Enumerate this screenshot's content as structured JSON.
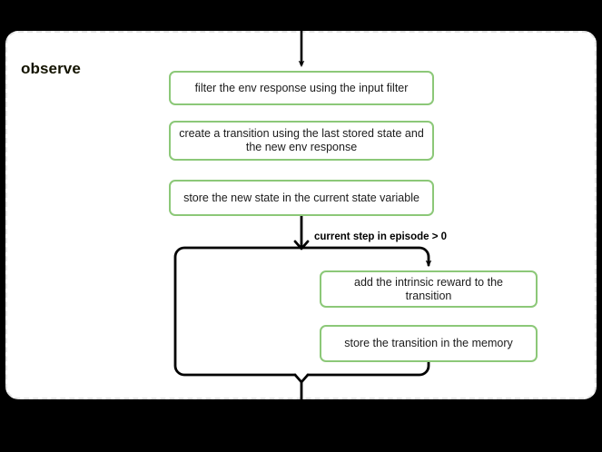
{
  "diagram": {
    "type": "flowchart",
    "background_color": "#000000",
    "subgraph": {
      "title": "observe",
      "border_style": "dashed",
      "border_color": "#e4e4e4",
      "fill_color": "#ffffff"
    },
    "node_style": {
      "border_color": "#8cc878",
      "fill_color": "#ffffff",
      "text_color": "#1b1b1b",
      "shape": "rounded-rectangle"
    },
    "nodes": [
      {
        "id": "filter",
        "label": "filter the env response using the input filter"
      },
      {
        "id": "create",
        "label": "create a transition using the last stored state and the new env response"
      },
      {
        "id": "store_state",
        "label": "store the new state in the current state variable"
      },
      {
        "id": "intrinsic",
        "label": "add the intrinsic reward to the transition"
      },
      {
        "id": "store_trans",
        "label": "store the transition in the memory"
      }
    ],
    "edges": [
      {
        "from": "external-top",
        "to": "filter",
        "label": "",
        "arrow": true
      },
      {
        "from": "store_state",
        "to": "branch-split",
        "label": "",
        "arrow": false
      },
      {
        "from": "branch-split",
        "to": "intrinsic",
        "label": "current step in episode > 0",
        "arrow": true
      },
      {
        "from": "branch-split",
        "to": "bypass-left",
        "label": "",
        "arrow": false
      },
      {
        "from": "store_trans",
        "to": "branch-merge",
        "label": "",
        "arrow": false
      },
      {
        "from": "branch-merge",
        "to": "external-bottom",
        "label": "",
        "arrow": false
      }
    ],
    "labels": {
      "condition": "current step in episode > 0"
    }
  }
}
